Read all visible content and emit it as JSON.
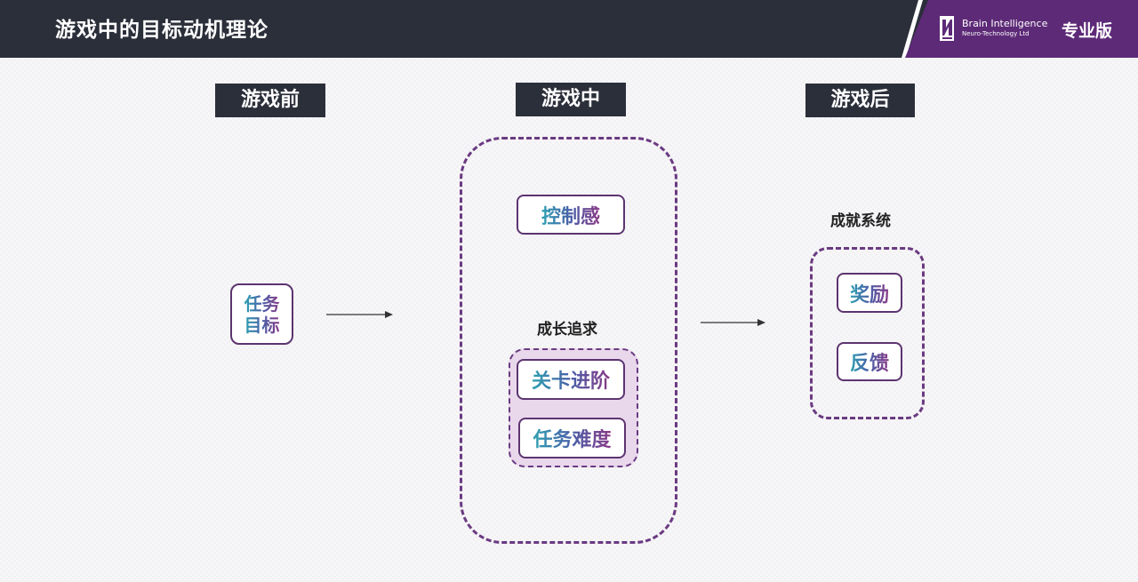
{
  "header": {
    "title": "游戏中的目标动机理论",
    "brand_name": "Brain Intelligence",
    "brand_sub": "Neuro-Technology Ltd",
    "edition": "专业版"
  },
  "stages": {
    "before": "游戏前",
    "during": "游戏中",
    "after": "游戏后"
  },
  "before": {
    "task_goal_line1": "任务",
    "task_goal_line2": "目标"
  },
  "during": {
    "control": "控制感",
    "growth_label": "成长追求",
    "level_up": "关卡进阶",
    "difficulty": "任务难度"
  },
  "after": {
    "achievement_label": "成就系统",
    "reward": "奖励",
    "feedback": "反馈"
  },
  "colors": {
    "header_bg": "#2b2f3a",
    "brand_purple": "#5d2a77",
    "dashed_border": "#6a3a82",
    "gradient_start": "#2fa1b2",
    "gradient_end": "#8a3a86"
  }
}
